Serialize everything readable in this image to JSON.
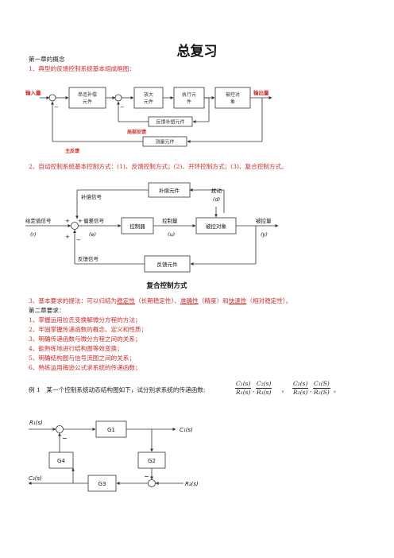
{
  "title": "总复习",
  "ch1": {
    "heading": "第一章的概念",
    "item1": "1、典型的反馈控制系统基本组成框图：",
    "d1": {
      "input": "输入量",
      "output": "输出量",
      "serial": "串连补偿元件",
      "amp": "放大元件",
      "exec": "执行元件",
      "plant": "被控对象",
      "fbcomp": "反馈补偿元件",
      "meas": "测量元件",
      "local_fb": "局部反馈",
      "main_fb": "主反馈"
    },
    "item2": "2、自动控制系统基本控制方式：(1)、反馈控制方式；(2)、开环控制方式；(3)、复合控制方式。",
    "d2": {
      "comp_elem": "补偿元件",
      "comp_sig": "补偿信号",
      "disturb": "扰动",
      "disturb_sym": "(d)",
      "setpoint": "给定值信号",
      "setpoint_sym": "(r)",
      "error": "偏差信号",
      "error_sym": "(e)",
      "controller": "控制器",
      "ctrl_qty": "控制量",
      "ctrl_sym": "(u)",
      "plant": "被控对象",
      "controlled": "被控量",
      "controlled_sym": "(y)",
      "feedback": "反馈信号",
      "fb_elem": "反馈元件",
      "caption": "复合控制方式",
      "plus": "+",
      "minus": "−"
    },
    "item3": {
      "prefix": "3、基本要求的提法：可以归结为",
      "w1": "稳定性",
      "m1": "（长期稳定性）、",
      "w2": "准确性",
      "m2": "（精度）和",
      "w3": "快速性",
      "m3": "（相对稳定性）。"
    }
  },
  "ch2": {
    "heading": "第二章要求：",
    "items": [
      "1、掌握运用拉氏变换解微分方程的方法；",
      "2、牢固掌握传递函数的概念、定义和性质；",
      "3、明确传递函数与微分方程之间的关系；",
      "4、能熟练地进行结构图等效变换；",
      "5、明确结构图与信号流图之间的关系；",
      "6、熟练运用梅逊公式求系统的传递函数；"
    ]
  },
  "example": {
    "text": "例 1　某一个控制系统动态结构图如下，试分别求系统的传递函数:",
    "fracs": [
      {
        "num": "C₁(s)",
        "den": "R₁(s)"
      },
      {
        "num": "C₂(s)",
        "den": "R₁(s)"
      },
      {
        "num": "C₂(s)",
        "den": "R₂(s)"
      },
      {
        "num": "C₁(S)",
        "den": "R₂(S)"
      }
    ],
    "sep1": ",",
    "sep2": "，",
    "sep3": ",",
    "end": "。",
    "d3": {
      "r1": "R₁(s)",
      "c1": "C₁(s)",
      "c2": "C₂(s)",
      "r2": "R₂(s)",
      "g1": "G1",
      "g2": "G2",
      "g3": "G3",
      "g4": "G4",
      "minus": "−"
    }
  },
  "colors": {
    "red": "#d42a2a",
    "text": "#222222",
    "line": "#333333"
  }
}
